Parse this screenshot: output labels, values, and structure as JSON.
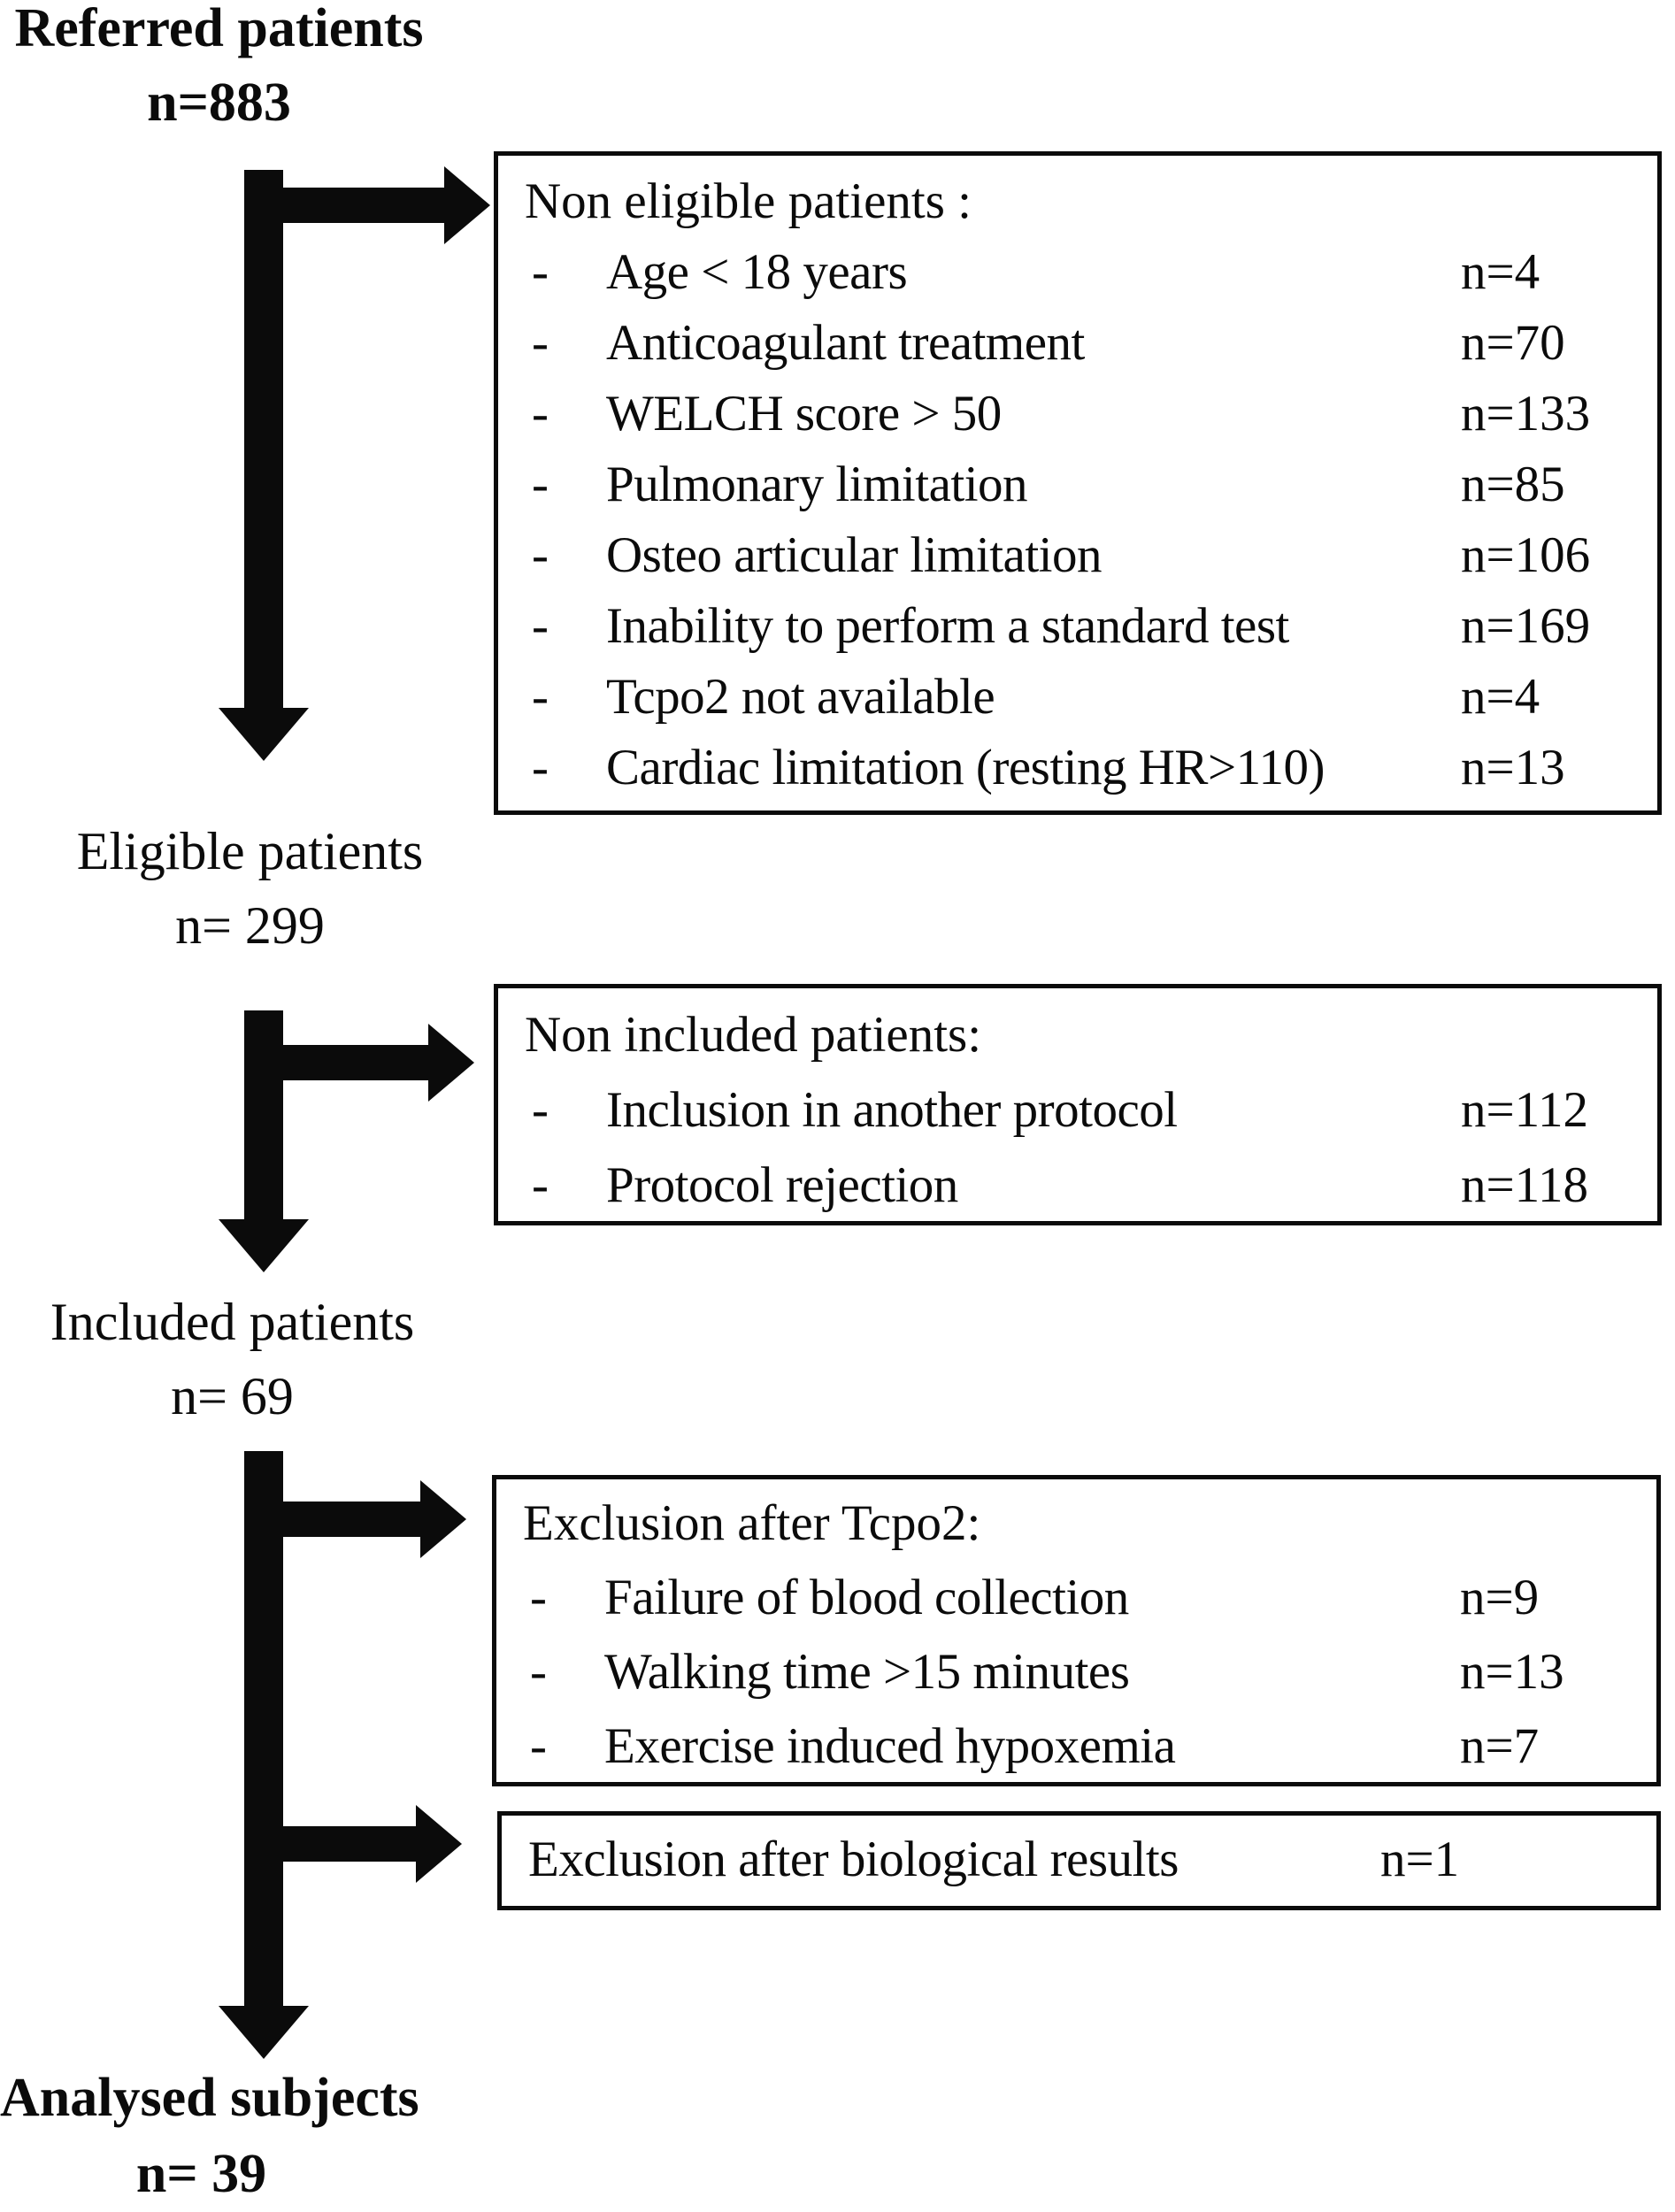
{
  "bullet": "-",
  "stages": [
    {
      "label": "Referred patients",
      "n": "n=883"
    },
    {
      "label": "Eligible patients",
      "n": "n= 299"
    },
    {
      "label": "Included patients",
      "n": "n= 69"
    },
    {
      "label": "Analysed subjects",
      "n": "n= 39"
    }
  ],
  "boxes": [
    {
      "title": "Non eligible patients :",
      "items": [
        {
          "label": "Age < 18 years",
          "n": "n=4"
        },
        {
          "label": "Anticoagulant treatment",
          "n": "n=70"
        },
        {
          "label": "WELCH score > 50",
          "n": "n=133"
        },
        {
          "label": "Pulmonary limitation",
          "n": "n=85"
        },
        {
          "label": "Osteo articular limitation",
          "n": "n=106"
        },
        {
          "label": "Inability to perform a standard test",
          "n": "n=169"
        },
        {
          "label": "Tcpo2 not available",
          "n": "n=4"
        },
        {
          "label": "Cardiac limitation (resting HR>110)",
          "n": "n=13"
        }
      ]
    },
    {
      "title": "Non included patients:",
      "items": [
        {
          "label": "Inclusion in another protocol",
          "n": "n=112"
        },
        {
          "label": "Protocol rejection",
          "n": "n=118"
        }
      ]
    },
    {
      "title": "Exclusion after Tcpo2:",
      "items": [
        {
          "label": "Failure of blood collection",
          "n": "n=9"
        },
        {
          "label": "Walking time >15 minutes",
          "n": "n=13"
        },
        {
          "label": "Exercise induced hypoxemia",
          "n": "n=7"
        }
      ]
    },
    {
      "label": "Exclusion after biological results",
      "n": "n=1"
    }
  ],
  "colors": {
    "ink": "#0b0b0b",
    "background": "#ffffff"
  }
}
